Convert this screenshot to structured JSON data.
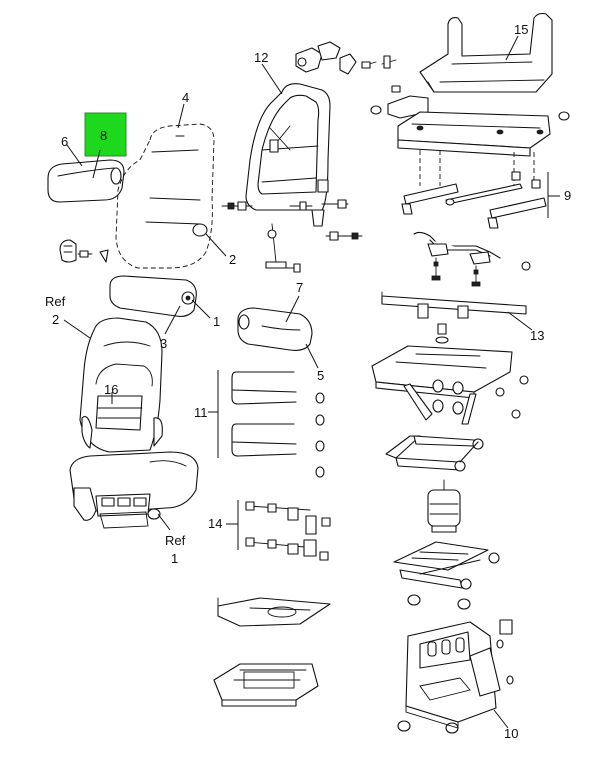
{
  "highlight_color": "#1ed81e",
  "callouts": {
    "c1a": "1",
    "c1b": "1",
    "c2a": "2",
    "c3": "3",
    "c4": "4",
    "c5": "5",
    "c6": "6",
    "c7": "7",
    "c8": "8",
    "c9": "9",
    "c10": "10",
    "c11": "11",
    "c12": "12",
    "c13": "13",
    "c14": "14",
    "c15": "15",
    "c16": "16",
    "ref_top": "Ref",
    "ref_top_num": "2",
    "ref_bottom": "Ref",
    "ref_bottom_num": "1"
  }
}
